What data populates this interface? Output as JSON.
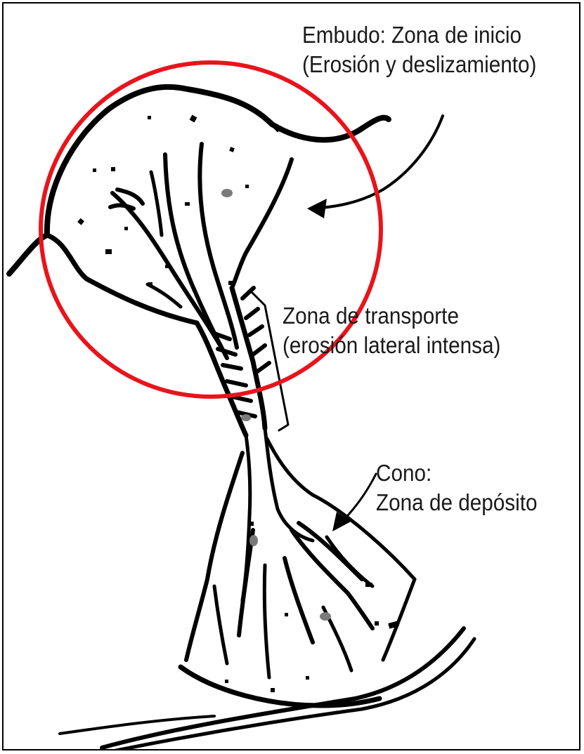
{
  "labels": {
    "start_zone": {
      "line1": "Embudo: Zona de inicio",
      "line2": "(Erosión y deslizamiento)"
    },
    "transport_zone": {
      "line1": "Zona de transporte",
      "line2": "(erosión lateral intensa)"
    },
    "deposit_zone": {
      "line1": "Cono:",
      "line2": "Zona de depósito"
    }
  },
  "highlight": {
    "shape": "circle",
    "color": "#e8141c",
    "marks": "start_zone"
  },
  "colors": {
    "ink": "#000000",
    "speck": "#7a7a7a"
  }
}
